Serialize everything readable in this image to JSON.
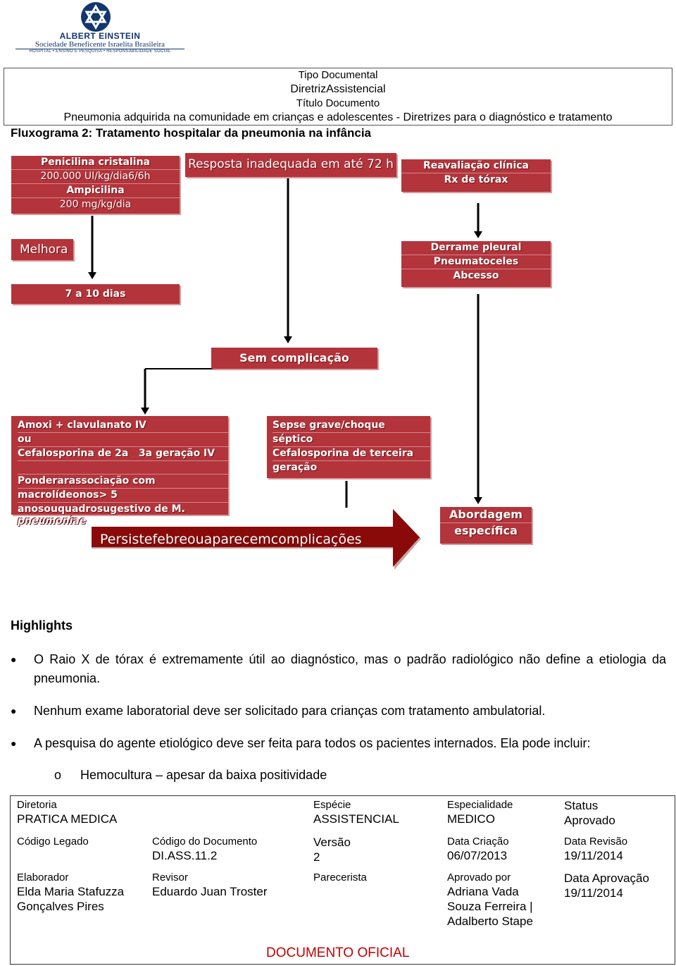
{
  "logo": {
    "name": "ALBERT EINSTEIN",
    "subtitle": "Sociedade Beneficente Israelita Brasileira",
    "tagline": "HOSPITAL • ENSINO E PESQUISA • RESPONSABILIDADE SOCIAL"
  },
  "header": {
    "line1": "Tipo Documental",
    "line2": "DiretrizAssistencial",
    "line3": "Título Documento",
    "line4": "Pneumonia adquirida na comunidade em crianças e adolescentes - Diretrizes para o diagnóstico e tratamento"
  },
  "flow_title": "Fluxograma 2: Tratamento hospitalar da pneumonia na infância",
  "flow": {
    "box1": [
      "Penicilina cristalina",
      "200.000 UI/kg/dia6/6h",
      "Ampicilina",
      "200 mg/kg/dia"
    ],
    "box2": "Resposta inadequada em até 72 h",
    "box3": [
      "Reavaliação clínica",
      "Rx de tórax"
    ],
    "melhora": "Melhora",
    "dias": "7 a 10 dias",
    "box_derrame": [
      "Derrame pleural",
      "Pneumatoceles",
      "Abcesso"
    ],
    "sem_complicacao": "Sem complicação",
    "box_amoxi": [
      "Amoxi + clavulanato IV",
      "ou",
      "Cefalosporina de 2a   3a geração IV",
      "",
      "Ponderarassociação com",
      "macrolídeonos> 5",
      "anosouquadrosugestivo de M.",
      "pneumoniae"
    ],
    "box_sepse": [
      "Sepse grave/choque",
      "séptico",
      "Cefalosporina de terceira",
      "geração"
    ],
    "persiste": "Persistefebreouaparecemcomplicações",
    "abordagem": [
      "Abordagem",
      "específica"
    ]
  },
  "highlights": {
    "title": "Highlights",
    "items": [
      "O Raio X de tórax é extremamente útil ao diagnóstico, mas o padrão radiológico não define a etiologia da pneumonia.",
      "Nenhum exame laboratorial deve ser solicitado para crianças com tratamento ambulatorial.",
      "A pesquisa do agente etiológico deve ser feita para todos os pacientes internados. Ela pode incluir:"
    ],
    "subitem_marker": "o",
    "subitem": "Hemocultura – apesar da baixa positividade"
  },
  "footer": {
    "diretoria_label": "Diretoria",
    "diretoria": "PRATICA MEDICA",
    "especie_label": "Espécie",
    "especie": "ASSISTENCIAL",
    "especialidade_label": "Especialidade",
    "especialidade": "MEDICO",
    "status_label": "Status",
    "status": "Aprovado",
    "codigo_legado_label": "Código Legado",
    "codigo_doc_label": "Código do Documento",
    "codigo_doc": "DI.ASS.11.2",
    "versao_label": "Versão",
    "versao": "2",
    "data_criacao_label": "Data Criação",
    "data_criacao": "06/07/2013",
    "data_revisao_label": "Data Revisão",
    "data_revisao": "19/11/2014",
    "elaborador_label": "Elaborador",
    "elaborador": [
      "Elda Maria Stafuzza",
      "Gonçalves Pires"
    ],
    "revisor_label": "Revisor",
    "revisor": "Eduardo Juan Troster",
    "parecerista_label": "Parecerista",
    "aprovado_por_label": "Aprovado por",
    "aprovado_por": [
      "Adriana Vada",
      "Souza Ferreira |",
      "Adalberto Stape"
    ],
    "data_aprovacao_label": "Data Aprovação",
    "data_aprovacao": "19/11/2014",
    "documento_oficial": "DOCUMENTO OFICIAL"
  },
  "colors": {
    "box_red": "#b3343b",
    "arrow_dark_red": "#8a0a0a",
    "logo_blue": "#12366e"
  }
}
